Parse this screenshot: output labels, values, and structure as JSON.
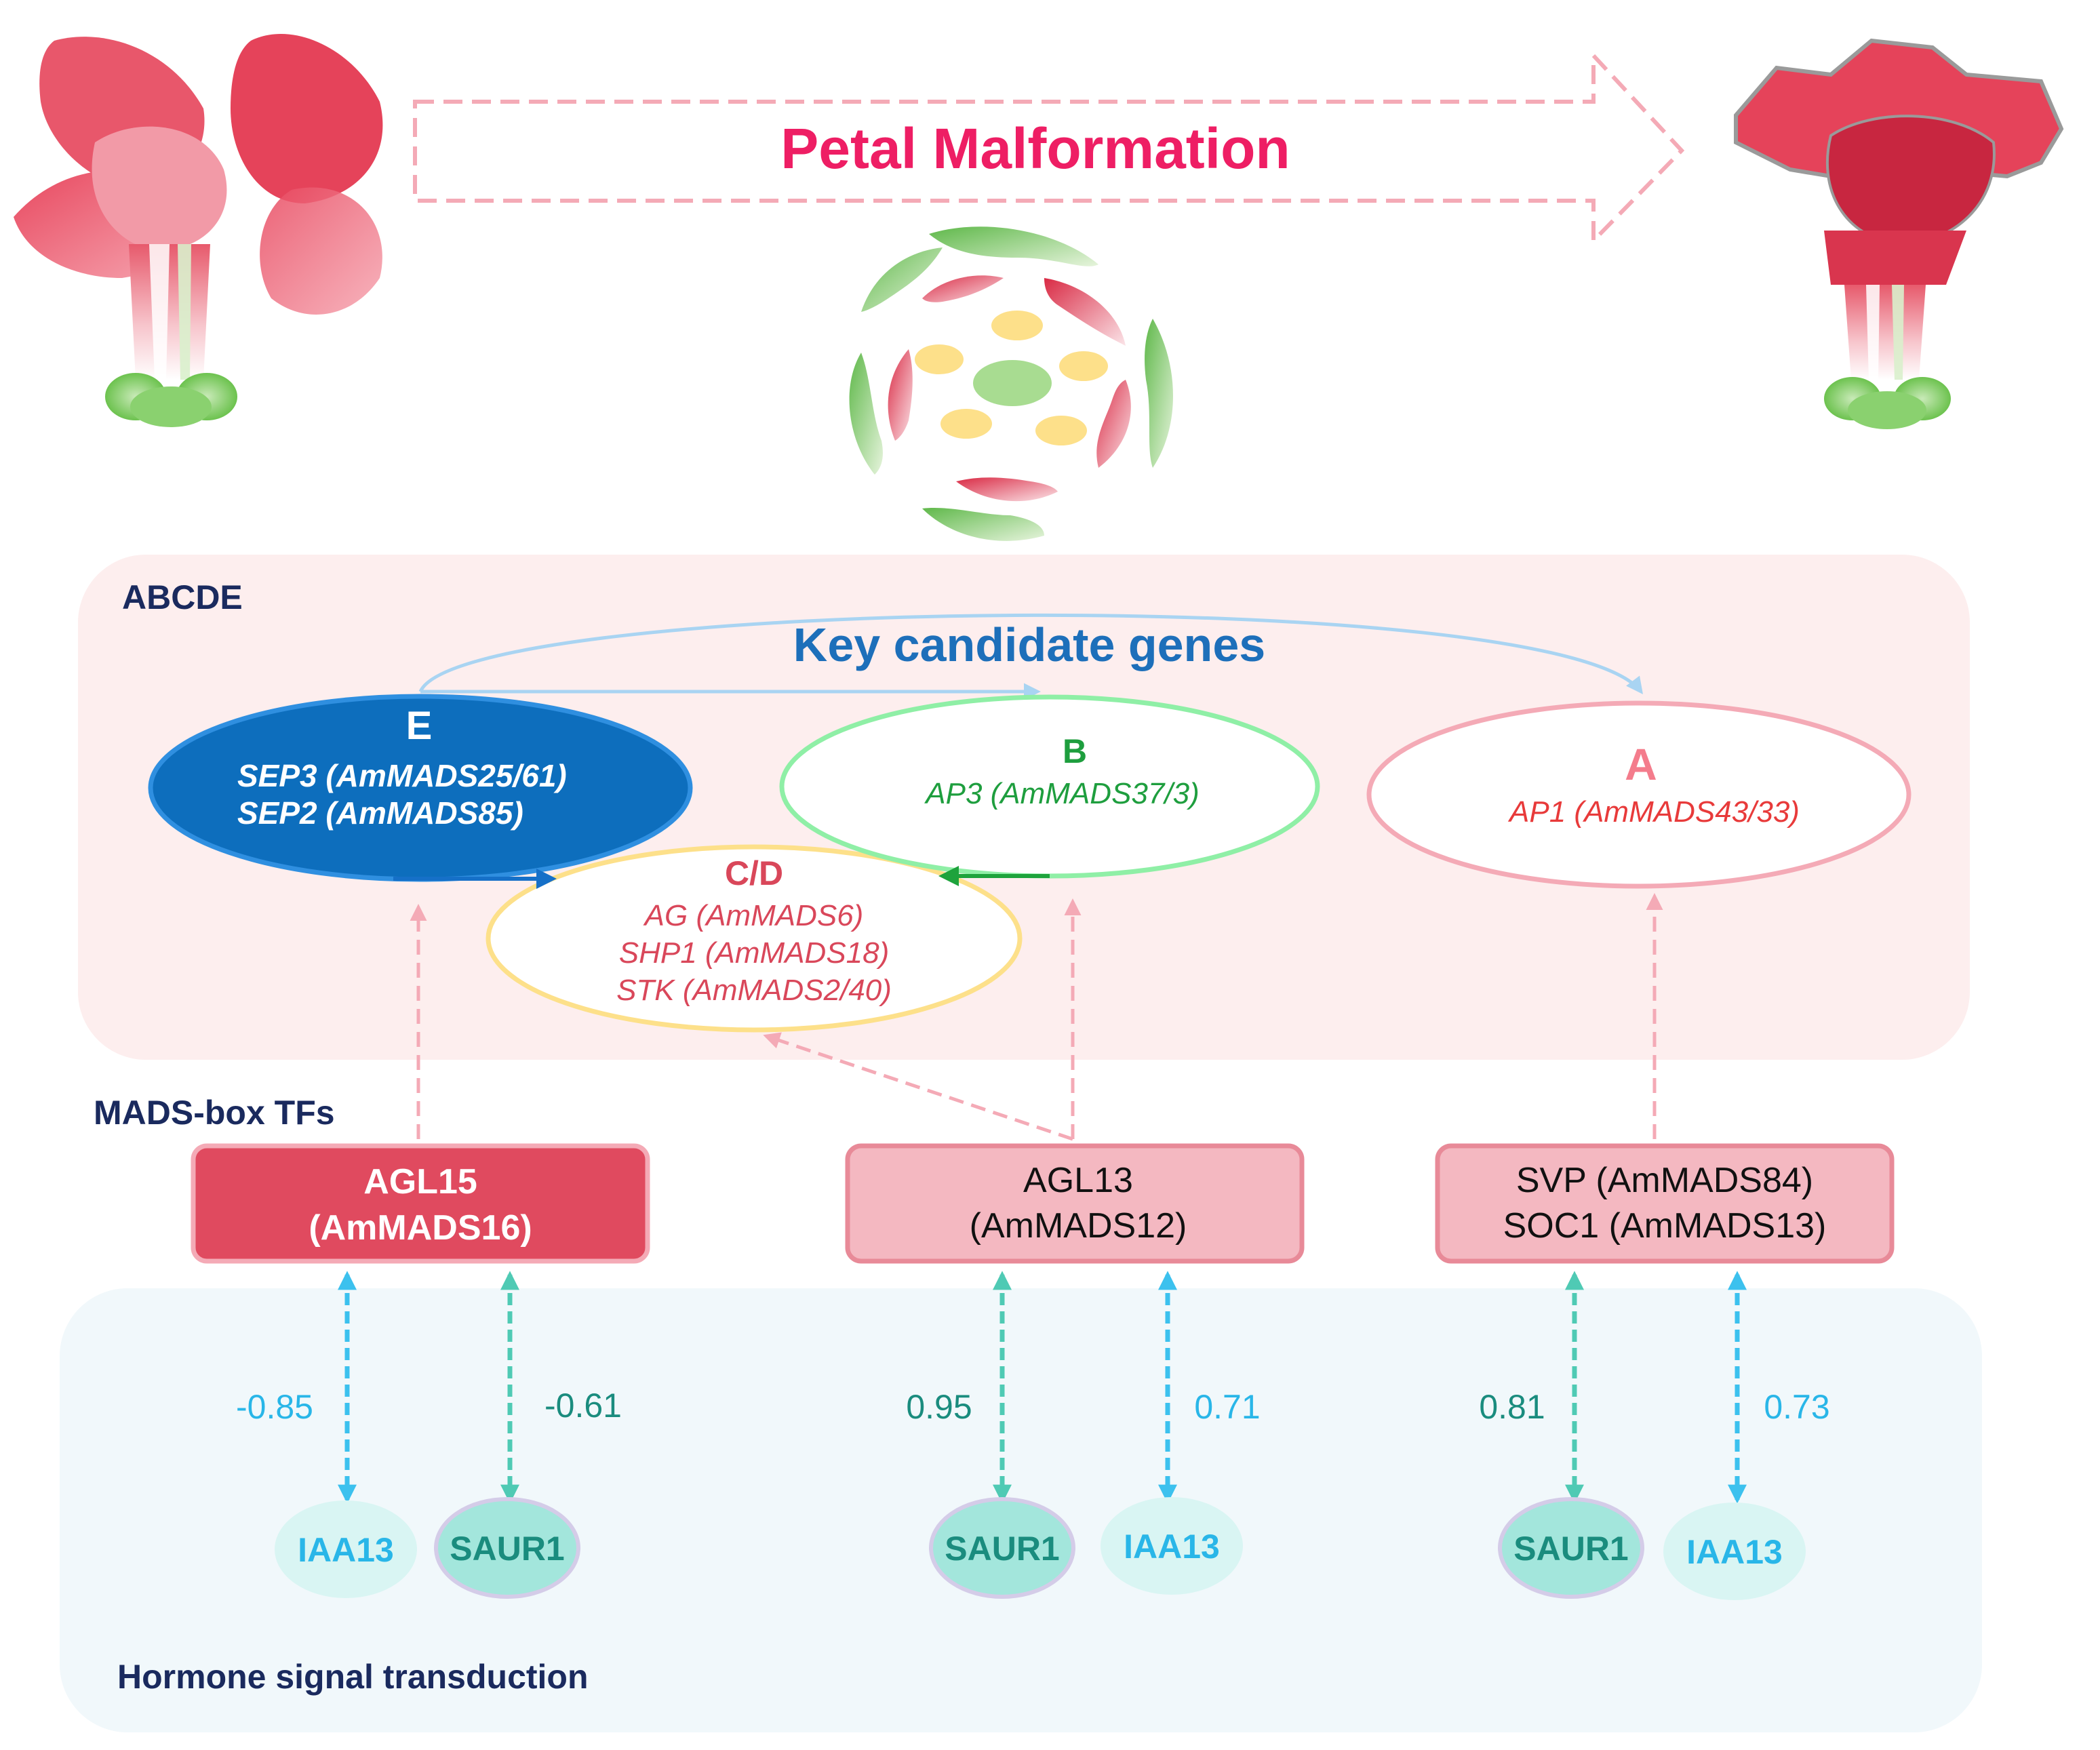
{
  "header": {
    "title": "Petal Malformation"
  },
  "abcde_panel": {
    "label": "ABCDE",
    "subtitle": "Key candidate genes",
    "classes": {
      "E": {
        "letter": "E",
        "genes": [
          "SEP3 (AmMADS25/61)",
          "SEP2 (AmMADS85)"
        ]
      },
      "B": {
        "letter": "B",
        "genes": [
          "AP3 (AmMADS37/3)"
        ]
      },
      "A": {
        "letter": "A",
        "genes": [
          "AP1 (AmMADS43/33)"
        ]
      },
      "CD": {
        "letter": "C/D",
        "genes": [
          "AG (AmMADS6)",
          "SHP1 (AmMADS18)",
          "STK (AmMADS2/40)"
        ]
      }
    }
  },
  "mads_section": {
    "label": "MADS-box TFs",
    "boxes": [
      {
        "lines": [
          "AGL15",
          "(AmMADS16)"
        ]
      },
      {
        "lines": [
          "AGL13",
          "(AmMADS12)"
        ]
      },
      {
        "lines": [
          "SVP (AmMADS84)",
          "SOC1 (AmMADS13)"
        ]
      }
    ]
  },
  "hormone_section": {
    "label": "Hormone signal transduction",
    "nodes": [
      {
        "name": "IAA13",
        "correlation": "-0.85"
      },
      {
        "name": "SAUR1",
        "correlation": "-0.61"
      },
      {
        "name": "SAUR1",
        "correlation": "0.95"
      },
      {
        "name": "IAA13",
        "correlation": "0.71"
      },
      {
        "name": "SAUR1",
        "correlation": "0.81"
      },
      {
        "name": "IAA13",
        "correlation": "0.73"
      }
    ]
  },
  "colors": {
    "title_pink": "#ee1e64",
    "navy": "#1a2a5e",
    "blue_title": "#1d6fba",
    "e_fill": "#0d6ebd",
    "b_green": "#1e9e3e",
    "a_red": "#e83a3a",
    "cd_red": "#d9475a",
    "agl15_fill": "#e04a5f",
    "mads_light_fill": "#f4b8c1",
    "iaa_text": "#29b6e8",
    "saur_text": "#1a8c7e",
    "abcde_bg": "#fdeeee",
    "hormone_bg": "#f1f8fb"
  }
}
